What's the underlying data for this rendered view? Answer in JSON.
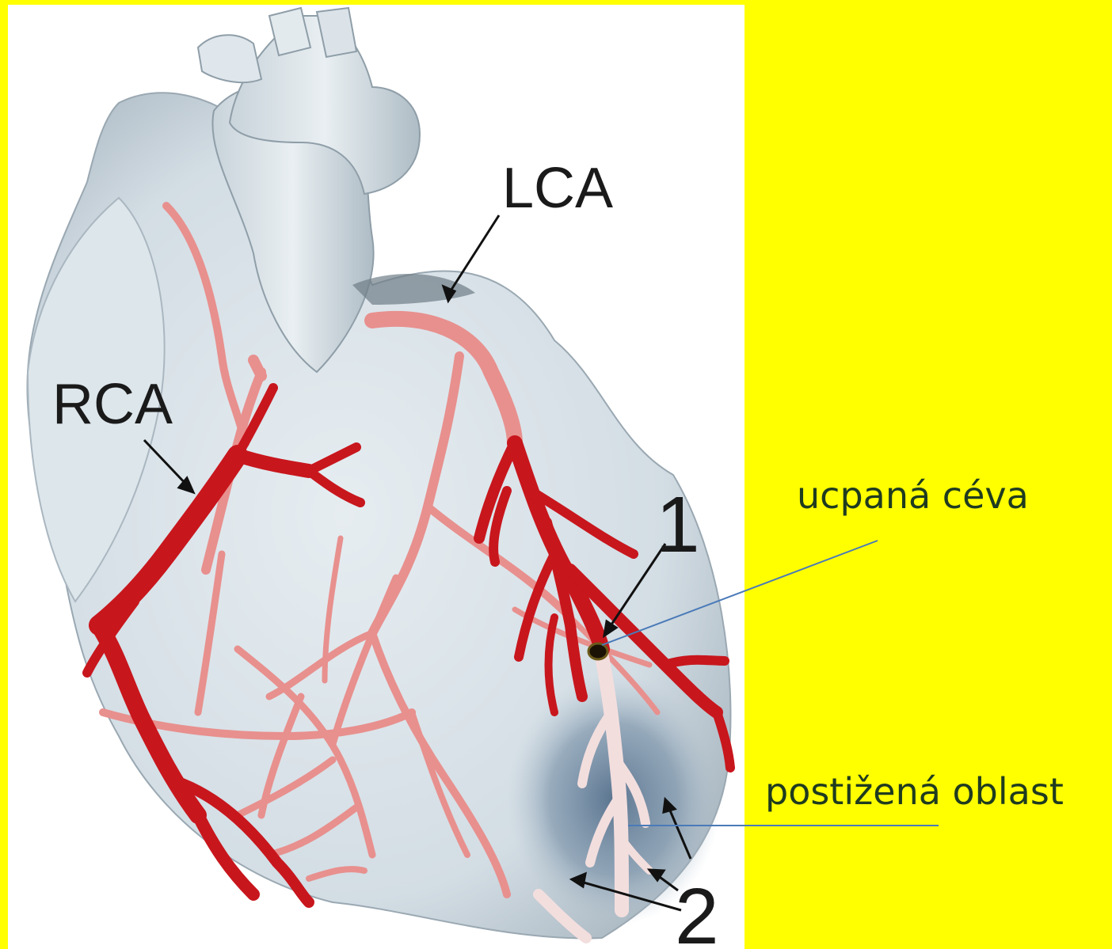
{
  "labels": {
    "lca": "LCA",
    "rca": "RCA",
    "marker_1": "1",
    "marker_2": "2"
  },
  "callouts": {
    "blocked_vessel": "ucpaná céva",
    "affected_area": "postižená oblast"
  },
  "colors": {
    "background": "#FFFF00",
    "panel": "#ffffff",
    "heart": "#d8e2e8",
    "artery_primary": "#c8161d",
    "artery_secondary": "#e8908e",
    "ischemic_area": "#6f8aa3",
    "callout_line": "#4a7ab8"
  }
}
